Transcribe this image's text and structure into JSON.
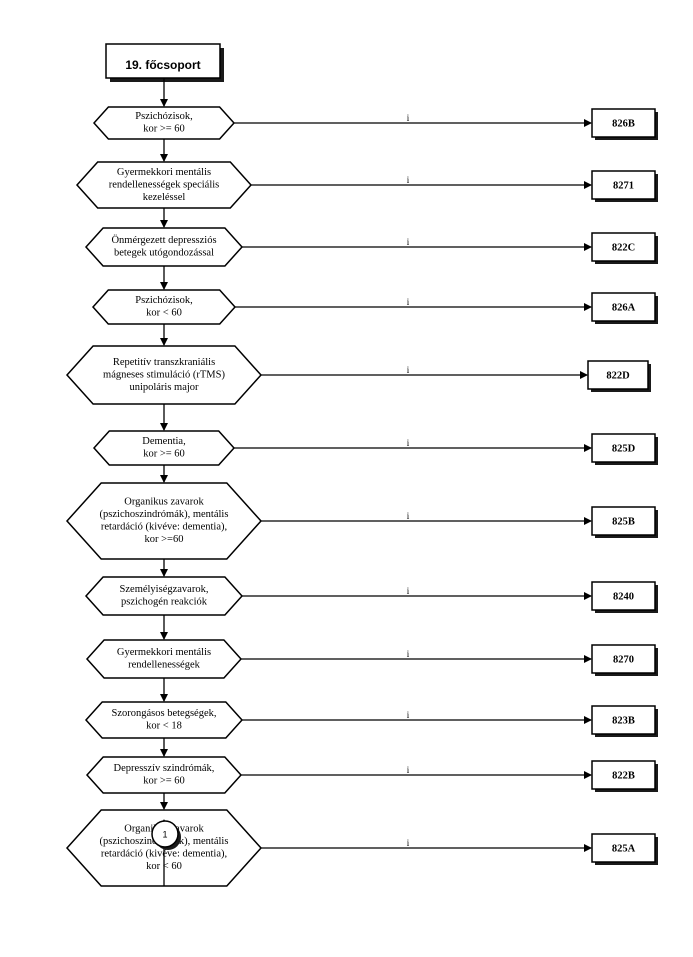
{
  "start": {
    "label": "19. főcsoport"
  },
  "steps": [
    {
      "lines": [
        "Pszichózisok,",
        "kor >= 60"
      ],
      "branch_label": "i",
      "code": "826B"
    },
    {
      "lines": [
        "Gyermekkori mentális",
        "rendellenességek speciális",
        "kezeléssel"
      ],
      "branch_label": "i",
      "code": "8271"
    },
    {
      "lines": [
        "Önmérgezett depressziós",
        "betegek utógondozással"
      ],
      "branch_label": "i",
      "code": "822C"
    },
    {
      "lines": [
        "Pszichózisok,",
        "kor < 60"
      ],
      "branch_label": "i",
      "code": "826A"
    },
    {
      "lines": [
        "Repetitív transzkraniális",
        "mágneses stimuláció (rTMS)",
        "unipoláris major"
      ],
      "branch_label": "i",
      "code": "822D"
    },
    {
      "lines": [
        "Dementia,",
        "kor >= 60"
      ],
      "branch_label": "i",
      "code": "825D"
    },
    {
      "lines": [
        "Organikus zavarok",
        "(pszichoszindrómák), mentális",
        "retardáció (kivéve: dementia),",
        "kor >=60"
      ],
      "branch_label": "i",
      "code": "825B"
    },
    {
      "lines": [
        "Személyiségzavarok,",
        "pszichogén reakciók"
      ],
      "branch_label": "i",
      "code": "8240"
    },
    {
      "lines": [
        "Gyermekkori mentális",
        "rendellenességek"
      ],
      "branch_label": "i",
      "code": "8270"
    },
    {
      "lines": [
        "Szorongásos betegségek,",
        "kor < 18"
      ],
      "branch_label": "i",
      "code": "823B"
    },
    {
      "lines": [
        "Depresszív szindrómák,",
        "kor >= 60"
      ],
      "branch_label": "i",
      "code": "822B"
    },
    {
      "lines": [
        "Organikus zavarok",
        "(pszichoszindrómák), mentális",
        "retardáció (kivéve: dementia),",
        "kor < 60"
      ],
      "branch_label": "i",
      "code": "825A"
    }
  ],
  "connector": {
    "label": "1"
  }
}
